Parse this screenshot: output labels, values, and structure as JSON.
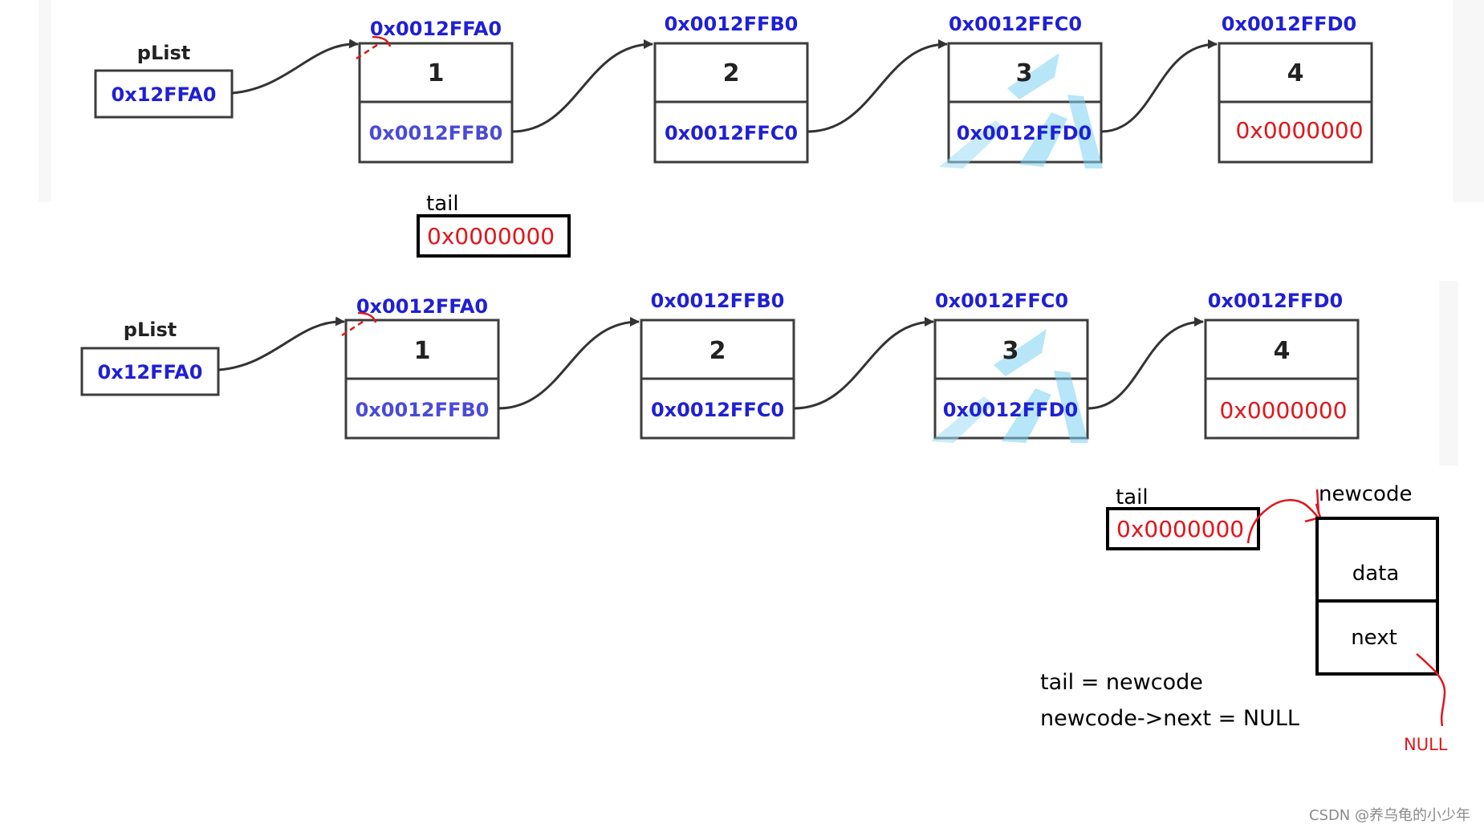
{
  "row1": {
    "plist": {
      "label": "pList",
      "value": "0x12FFA0"
    },
    "nodes": [
      {
        "address": "0x0012FFA0",
        "data": "1",
        "next": "0x0012FFB0"
      },
      {
        "address": "0x0012FFB0",
        "data": "2",
        "next": "0x0012FFC0"
      },
      {
        "address": "0x0012FFC0",
        "data": "3",
        "next": "0x0012FFD0"
      },
      {
        "address": "0x0012FFD0",
        "data": "4",
        "next": "0x0000000"
      }
    ],
    "tail": {
      "label": "tail",
      "value": "0x0000000"
    }
  },
  "row2": {
    "plist": {
      "label": "pList",
      "value": "0x12FFA0"
    },
    "nodes": [
      {
        "address": "0x0012FFA0",
        "data": "1",
        "next": "0x0012FFB0"
      },
      {
        "address": "0x0012FFB0",
        "data": "2",
        "next": "0x0012FFC0"
      },
      {
        "address": "0x0012FFC0",
        "data": "3",
        "next": "0x0012FFD0"
      },
      {
        "address": "0x0012FFD0",
        "data": "4",
        "next": "0x0000000"
      }
    ],
    "tail": {
      "label": "tail",
      "value": "0x0000000"
    },
    "newcode": {
      "label": "newcode",
      "data_label": "data",
      "next_label": "next",
      "null_label": "NULL"
    }
  },
  "code_lines": [
    "tail = newcode",
    "newcode->next = NULL"
  ],
  "watermark": "CSDN @养乌龟的小少年",
  "colors": {
    "address_blue": "#1f1fd6",
    "null_red": "#e0161b",
    "line_gray": "#333333"
  }
}
